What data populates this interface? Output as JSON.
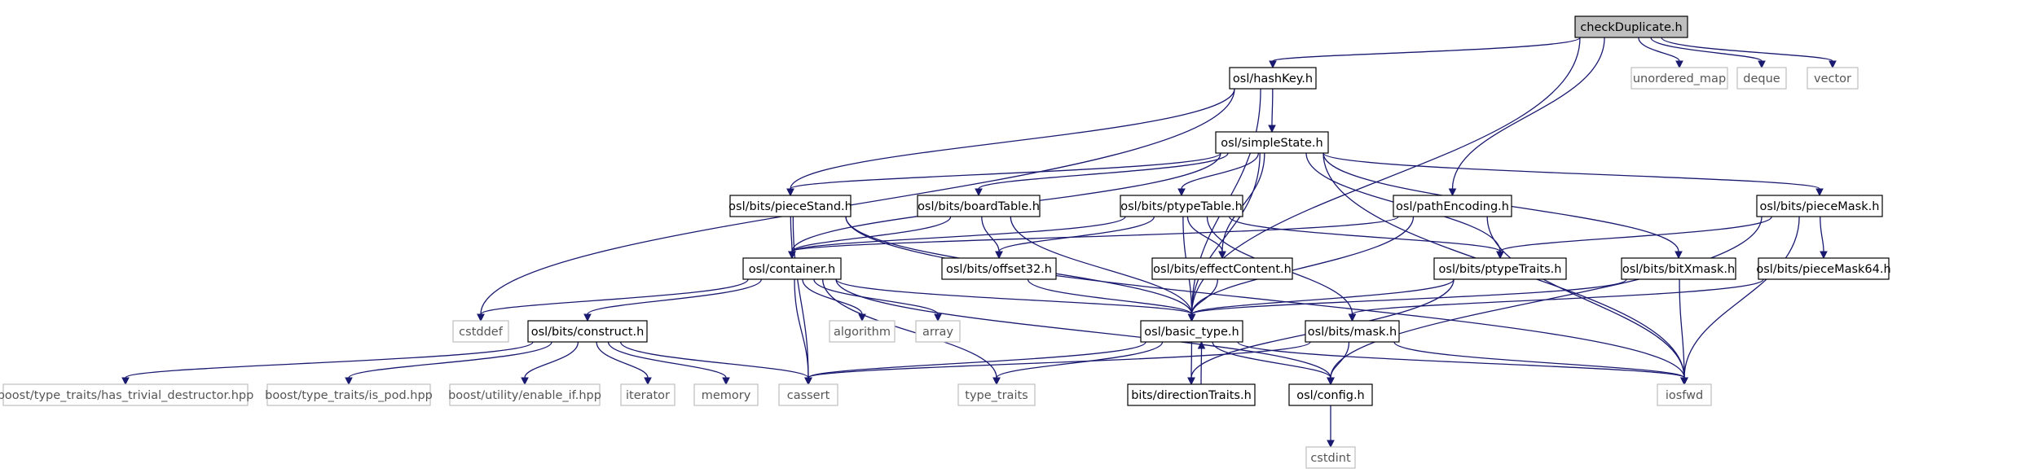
{
  "colors": {
    "edge": "#191970",
    "internal_border": "#000000",
    "external_border": "#bfbfbf",
    "root_fill": "#bfbfbf",
    "node_fill": "#ffffff"
  },
  "nodes": [
    {
      "id": "checkDuplicate",
      "label": "checkDuplicate.h",
      "kind": "root"
    },
    {
      "id": "hashKey",
      "label": "osl/hashKey.h",
      "kind": "internal"
    },
    {
      "id": "unordered_map",
      "label": "unordered_map",
      "kind": "external"
    },
    {
      "id": "deque",
      "label": "deque",
      "kind": "external"
    },
    {
      "id": "vector",
      "label": "vector",
      "kind": "external"
    },
    {
      "id": "simpleState",
      "label": "osl/simpleState.h",
      "kind": "internal"
    },
    {
      "id": "pieceStand",
      "label": "osl/bits/pieceStand.h",
      "kind": "internal"
    },
    {
      "id": "boardTable",
      "label": "osl/bits/boardTable.h",
      "kind": "internal"
    },
    {
      "id": "ptypeTable",
      "label": "osl/bits/ptypeTable.h",
      "kind": "internal"
    },
    {
      "id": "pathEncoding",
      "label": "osl/pathEncoding.h",
      "kind": "internal"
    },
    {
      "id": "pieceMask",
      "label": "osl/bits/pieceMask.h",
      "kind": "internal"
    },
    {
      "id": "container",
      "label": "osl/container.h",
      "kind": "internal"
    },
    {
      "id": "offset32",
      "label": "osl/bits/offset32.h",
      "kind": "internal"
    },
    {
      "id": "effectContent",
      "label": "osl/bits/effectContent.h",
      "kind": "internal"
    },
    {
      "id": "ptypeTraits",
      "label": "osl/bits/ptypeTraits.h",
      "kind": "internal"
    },
    {
      "id": "bitXmask",
      "label": "osl/bits/bitXmask.h",
      "kind": "internal"
    },
    {
      "id": "pieceMask64",
      "label": "osl/bits/pieceMask64.h",
      "kind": "internal"
    },
    {
      "id": "cstddef",
      "label": "cstddef",
      "kind": "external"
    },
    {
      "id": "construct",
      "label": "osl/bits/construct.h",
      "kind": "internal"
    },
    {
      "id": "algorithm",
      "label": "algorithm",
      "kind": "external"
    },
    {
      "id": "array",
      "label": "array",
      "kind": "external"
    },
    {
      "id": "basic_type",
      "label": "osl/basic_type.h",
      "kind": "internal"
    },
    {
      "id": "mask",
      "label": "osl/bits/mask.h",
      "kind": "internal"
    },
    {
      "id": "has_trivial_destructor",
      "label": "boost/type_traits/has_trivial_destructor.hpp",
      "kind": "external"
    },
    {
      "id": "is_pod",
      "label": "boost/type_traits/is_pod.hpp",
      "kind": "external"
    },
    {
      "id": "enable_if",
      "label": "boost/utility/enable_if.hpp",
      "kind": "external"
    },
    {
      "id": "iterator",
      "label": "iterator",
      "kind": "external"
    },
    {
      "id": "memory",
      "label": "memory",
      "kind": "external"
    },
    {
      "id": "cassert",
      "label": "cassert",
      "kind": "external"
    },
    {
      "id": "type_traits",
      "label": "type_traits",
      "kind": "external"
    },
    {
      "id": "directionTraits",
      "label": "bits/directionTraits.h",
      "kind": "internal"
    },
    {
      "id": "config",
      "label": "osl/config.h",
      "kind": "internal"
    },
    {
      "id": "iosfwd",
      "label": "iosfwd",
      "kind": "external"
    },
    {
      "id": "cstdint",
      "label": "cstdint",
      "kind": "external"
    }
  ]
}
